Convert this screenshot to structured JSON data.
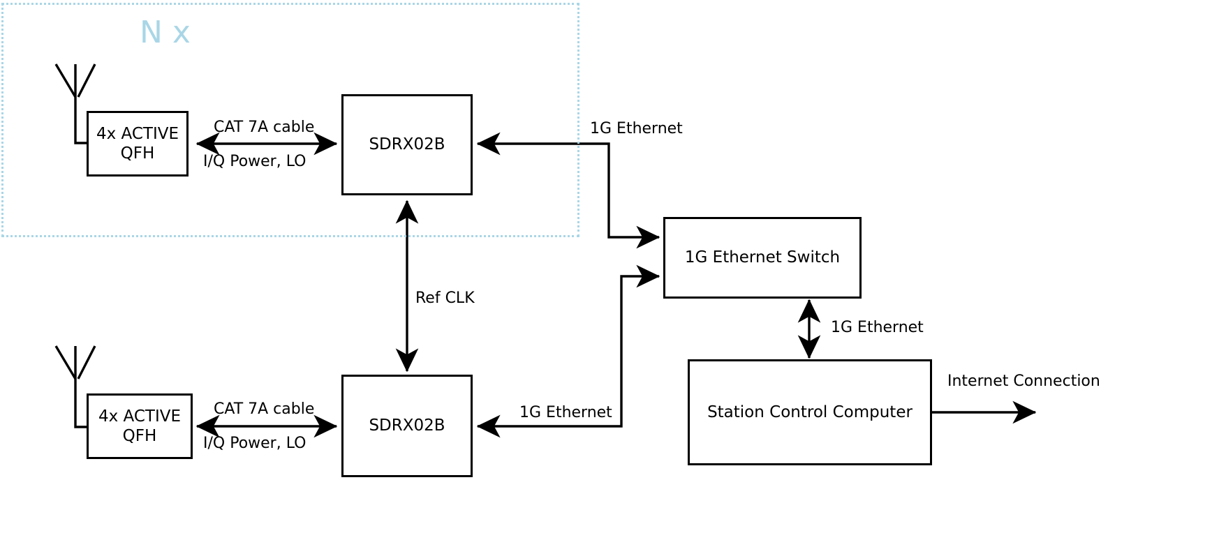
{
  "diagram": {
    "title_region": {
      "label": "N x"
    },
    "blocks": [
      {
        "id": "qfh_top",
        "label": "4x ACTIVE\nQFH",
        "line1": "4x ACTIVE",
        "line2": "QFH"
      },
      {
        "id": "sdr_top",
        "label": "SDRX02B",
        "line1": "SDRX02B",
        "line2": ""
      },
      {
        "id": "qfh_bottom",
        "label": "4x ACTIVE\nQFH",
        "line1": "4x ACTIVE",
        "line2": "QFH"
      },
      {
        "id": "sdr_bottom",
        "label": "SDRX02B",
        "line1": "SDRX02B",
        "line2": ""
      },
      {
        "id": "switch",
        "label": "1G Ethernet Switch",
        "line1": "1G Ethernet Switch",
        "line2": ""
      },
      {
        "id": "computer",
        "label": "Station Control Computer",
        "line1": "Station Control Computer",
        "line2": ""
      }
    ],
    "edge_labels": {
      "cat7a_top": "CAT 7A cable",
      "iq_power_lo_top": "I/Q Power, LO",
      "cat7a_bottom": "CAT 7A cable",
      "iq_power_lo_bottom": "I/Q Power, LO",
      "ref_clk": "Ref CLK",
      "eth_top": "1G Ethernet",
      "eth_bottom": "1G Ethernet",
      "eth_switch_computer": "1G Ethernet",
      "internet": "Internet Connection"
    },
    "colors": {
      "line": "#000000",
      "text": "#000000",
      "region_accent": "#a9d6e6",
      "background": "#ffffff"
    },
    "antennas": [
      {
        "id": "antenna-top"
      },
      {
        "id": "antenna-bottom"
      }
    ]
  }
}
